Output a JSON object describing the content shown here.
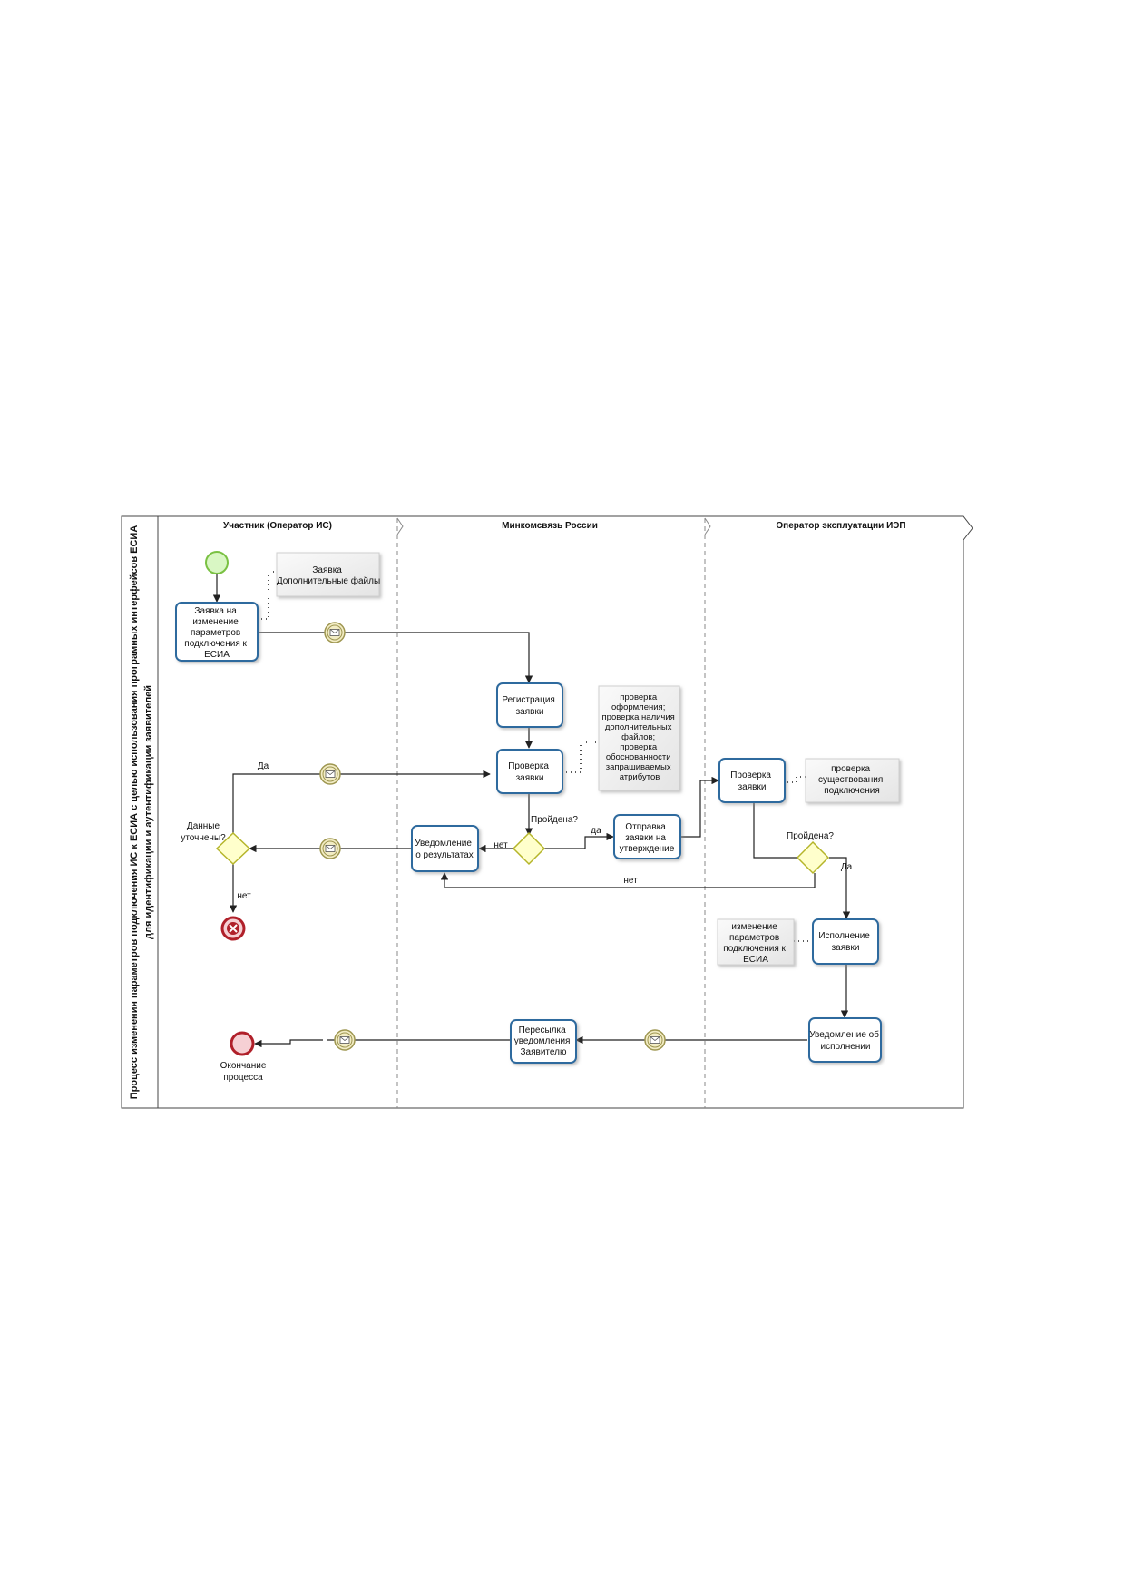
{
  "pool": {
    "title_line1": "Процесс изменения параметров подключения ИС к ЕСИА с целью использования програмных интерфейсов ЕСИА",
    "title_line2": "для идентификации и аутентификации заявителей"
  },
  "lanes": {
    "participant": "Участник (Оператор ИС)",
    "ministry": "Минкомсвязь России",
    "operator": "Оператор эксплуатации ИЭП"
  },
  "tasks": {
    "request_change": [
      "Заявка на",
      "изменение",
      "параметров",
      "подключения к",
      "ЕСИА"
    ],
    "registration": [
      "Регистрация",
      "заявки"
    ],
    "check_min": [
      "Проверка",
      "заявки"
    ],
    "notify_results": [
      "Уведомление",
      "о результатах"
    ],
    "send_approval": [
      "Отправка",
      "заявки на",
      "утверждение"
    ],
    "check_op": [
      "Проверка",
      "заявки"
    ],
    "execute": [
      "Исполнение",
      "заявки"
    ],
    "notify_done": [
      "Уведомление об",
      "исполнении"
    ],
    "forward_notice": [
      "Пересылка",
      "уведомления",
      "Заявителю"
    ]
  },
  "annotations": {
    "files": [
      "Заявка",
      "Дополнительные файлы"
    ],
    "min_checks": [
      "проверка",
      "оформления;",
      "проверка наличия",
      "дополнительных",
      "файлов;",
      "проверка",
      "обоснованности",
      "запрашиваемых",
      "атрибутов"
    ],
    "op_check": [
      "проверка",
      "существования",
      "подключения"
    ],
    "op_change": [
      "изменение",
      "параметров",
      "подключения к",
      "ЕСИА"
    ]
  },
  "gateways": {
    "data_clarified": [
      "Данные",
      "уточнены?"
    ],
    "passed_min": "Пройдена?",
    "passed_op": "Пройдена?"
  },
  "flow_labels": {
    "yes_top": "Да",
    "no_end": "нет",
    "no_min": "нет",
    "yes_min": "да",
    "no_op": "нет",
    "yes_op": "Да"
  },
  "end_event": [
    "Окончание",
    "процесса"
  ],
  "colors": {
    "task_stroke": "#2e6b9e",
    "task_fill": "#ffffff",
    "start_fill": "#d9f7c4",
    "start_stroke": "#7ac143",
    "end_stroke": "#b0202a",
    "end_fill": "#f6d0d4",
    "gateway_fill": "#ffffcc",
    "gateway_stroke": "#b5b52a",
    "message_fill": "#f2ecc4",
    "message_stroke": "#9e9650",
    "annotation_fill": "#f0f0f0",
    "line": "#222222"
  }
}
